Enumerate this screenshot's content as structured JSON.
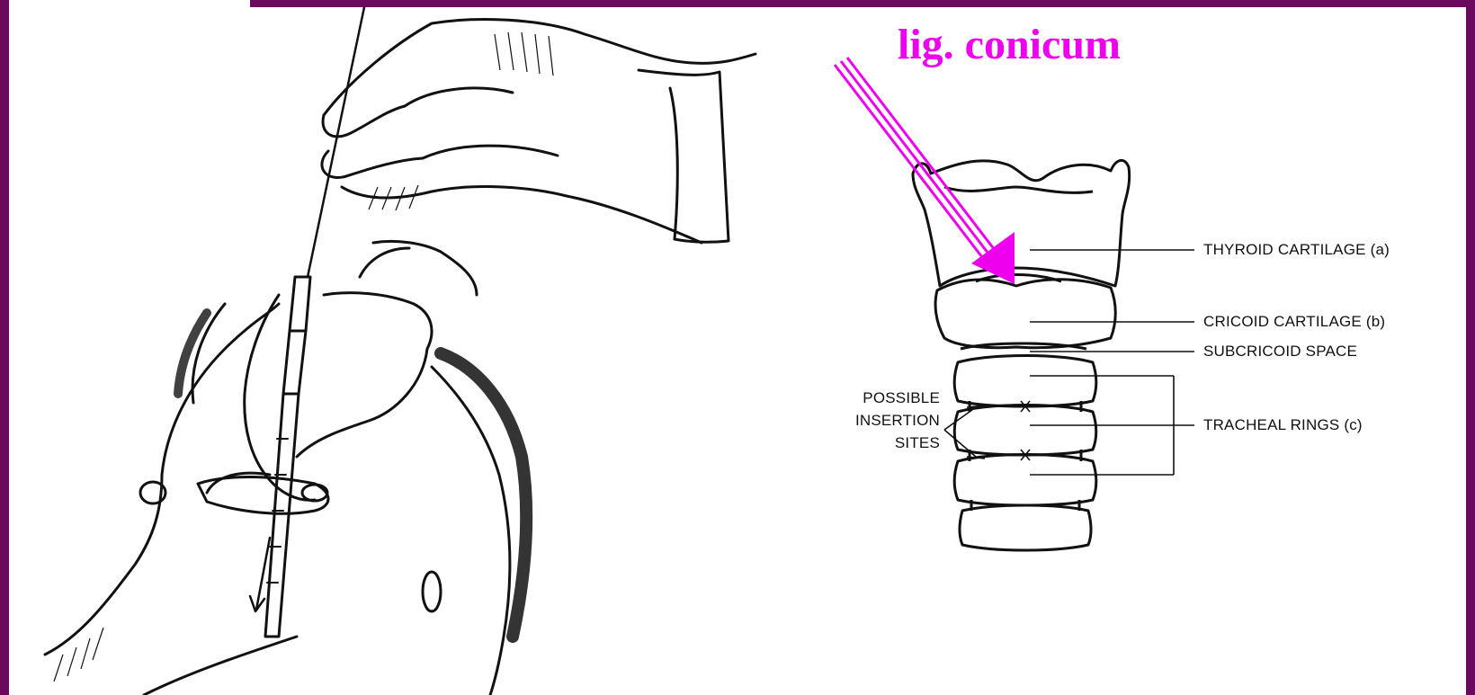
{
  "callout": {
    "text": "lig. conicum",
    "color": "#ee00ee"
  },
  "labels": {
    "thyroid": "THYROID CARTILAGE (a)",
    "cricoid": "CRICOID CARTILAGE (b)",
    "subcricoid": "SUBCRICOID SPACE",
    "tracheal": "TRACHEAL RINGS (c)",
    "insertion_line1": "POSSIBLE",
    "insertion_line2": "INSERTION",
    "insertion_line3": "SITES"
  },
  "colors": {
    "frame": "#6b0a5c",
    "background": "#ffffff",
    "ink": "#111111"
  }
}
